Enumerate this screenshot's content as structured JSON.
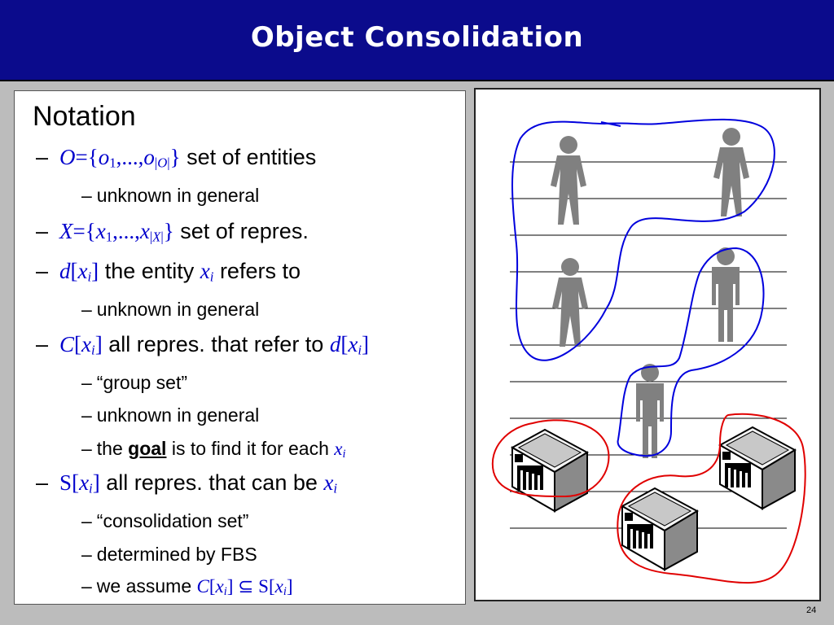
{
  "title": "Object Consolidation",
  "heading": "Notation",
  "page_number": "24",
  "dash": "–",
  "bullets": {
    "O": {
      "sym": "O",
      "eq": "={",
      "o": "o",
      "one": "1",
      "dots": ",...,",
      "lb": "|",
      "cap": "O",
      "rb": "|",
      "close": "}",
      "text": "set of entities"
    },
    "O_sub": "unknown in general",
    "X": {
      "sym": "X",
      "eq": "={",
      "x": "x",
      "one": "1",
      "dots": ",...,",
      "lb": "|",
      "cap": "X",
      "rb": "|",
      "close": "}",
      "text": "set of repres."
    },
    "d": {
      "sym": "d",
      "lb": "[",
      "x": "x",
      "i": "i",
      "rb": "]",
      "text": "the entity",
      "x2": "x",
      "i2": "i",
      "text2": "refers to"
    },
    "d_sub": "unknown in general",
    "C": {
      "sym": "C",
      "lb": "[",
      "x": "x",
      "i": "i",
      "rb": "]",
      "text": "all repres. that refer to",
      "d": "d",
      "lb2": "[",
      "x2": "x",
      "i2": "i",
      "rb2": "]"
    },
    "C_sub1": "“group set”",
    "C_sub2": "unknown in general",
    "C_sub3": {
      "pre": "the",
      "goal": "goal",
      "post": "is to find it for each",
      "x": "x",
      "i": "i"
    },
    "S": {
      "sym": "S",
      "lb": "[",
      "x": "x",
      "i": "i",
      "rb": "]",
      "text": "all repres. that can be",
      "x2": "x",
      "i2": "i"
    },
    "S_sub1": "“consolidation set”",
    "S_sub2": "determined by FBS",
    "S_sub3": {
      "pre": "we assume",
      "C": "C",
      "lb": "[",
      "x": "x",
      "i": "i",
      "rb": "]",
      "subset": "⊆",
      "S": "S",
      "lb2": "[",
      "x2": "x",
      "i2": "i",
      "rb2": "]"
    }
  },
  "figure": {
    "line_count": 11,
    "people_count": 5,
    "building_count": 3,
    "colors": {
      "person": "#808080",
      "blue_outline": "#0000dd",
      "red_outline": "#e00000",
      "title_bg": "#0b0b8c"
    }
  }
}
